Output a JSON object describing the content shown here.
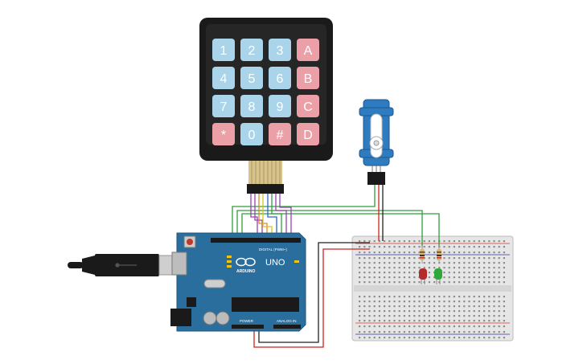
{
  "keypad": {
    "keys": [
      {
        "label": "1",
        "kind": "num"
      },
      {
        "label": "2",
        "kind": "num"
      },
      {
        "label": "3",
        "kind": "num"
      },
      {
        "label": "A",
        "kind": "letter"
      },
      {
        "label": "4",
        "kind": "num"
      },
      {
        "label": "5",
        "kind": "num"
      },
      {
        "label": "6",
        "kind": "num"
      },
      {
        "label": "B",
        "kind": "letter"
      },
      {
        "label": "7",
        "kind": "num"
      },
      {
        "label": "8",
        "kind": "num"
      },
      {
        "label": "9",
        "kind": "num"
      },
      {
        "label": "C",
        "kind": "letter"
      },
      {
        "label": "*",
        "kind": "letter"
      },
      {
        "label": "0",
        "kind": "num"
      },
      {
        "label": "#",
        "kind": "letter"
      },
      {
        "label": "D",
        "kind": "letter"
      }
    ],
    "colors": {
      "body": "#1a1a1a",
      "num_key": "#a9d4e9",
      "letter_key": "#eb9fa6",
      "key_text": "#ffffff"
    }
  },
  "arduino": {
    "model_label": "UNO",
    "brand_label": "ARDUINO",
    "digital_label": "DIGITAL (PWM~)",
    "power_label": "POWER",
    "analog_label": "ANALOG IN",
    "board_color": "#2a6e9e"
  },
  "servo": {
    "color": "#2e7bbf"
  },
  "breadboard": {
    "color": "#e8e8e8"
  },
  "leds": [
    {
      "name": "red-led",
      "color": "#b52a2a"
    },
    {
      "name": "green-led",
      "color": "#2fa83a"
    }
  ],
  "wire_colors": {
    "green": "#2e9e3a",
    "red": "#cc2222",
    "black": "#222222",
    "purple": "#9b3fb5",
    "orange": "#e08a1e",
    "blue": "#2e62d6",
    "yellow": "#d9c21a"
  }
}
